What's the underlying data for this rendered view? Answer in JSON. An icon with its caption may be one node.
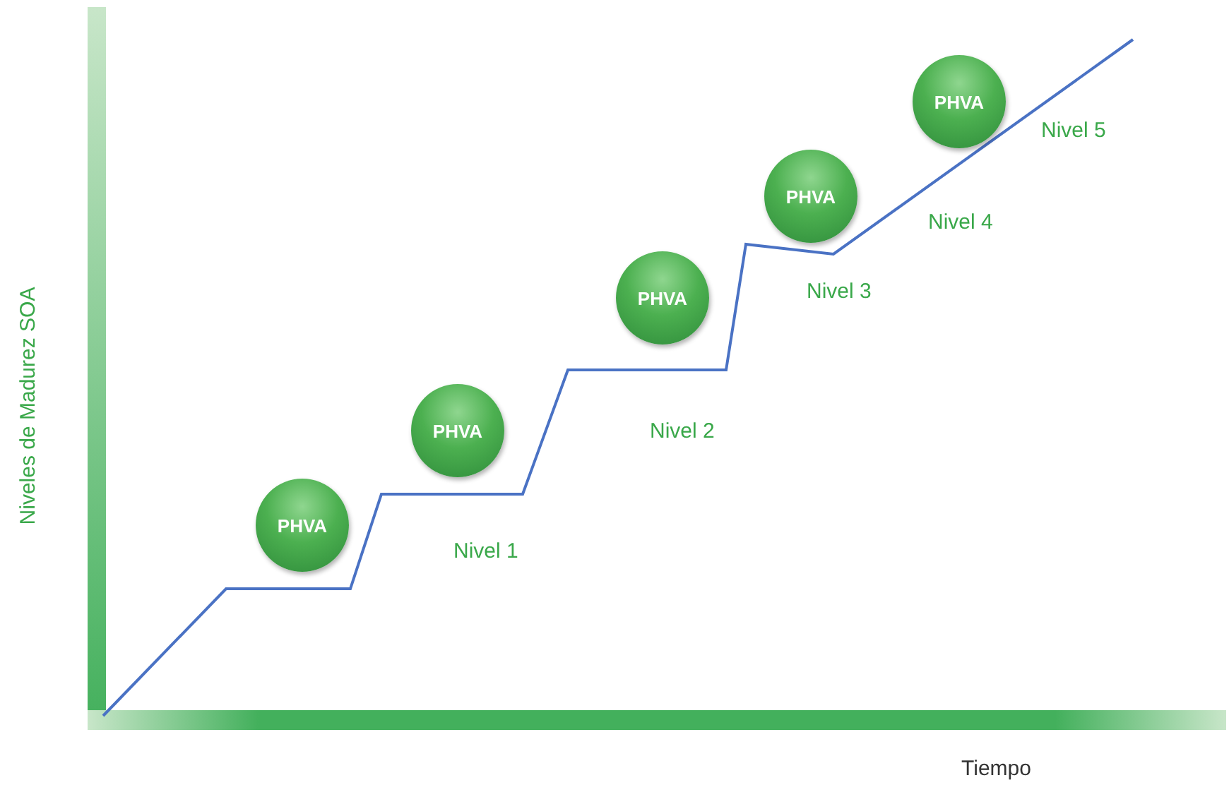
{
  "diagram": {
    "nodes": [
      {
        "text": [
          "PHVA"
        ]
      },
      {
        "text": [
          "PHVA"
        ]
      },
      {
        "text": [
          "PHVA"
        ]
      },
      {
        "text": [
          "PHVA"
        ]
      },
      {
        "text": [
          "PHVA"
        ]
      }
    ],
    "labels": [
      "Niveles de Madurez SOA",
      "Nivel 1",
      "Nivel 2",
      "Nivel 3",
      "Nivel 4",
      "Nivel 5",
      "Tiempo"
    ]
  }
}
